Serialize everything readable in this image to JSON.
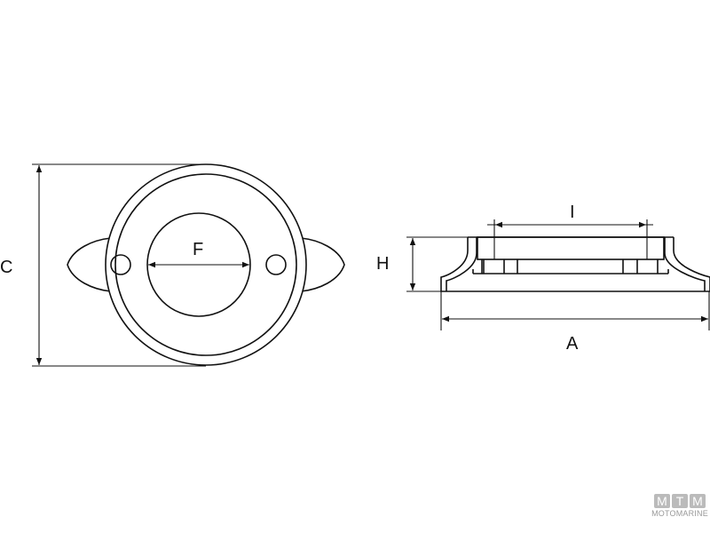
{
  "labels": {
    "C": "C",
    "F": "F",
    "H": "H",
    "I": "I",
    "A": "A"
  },
  "logo": {
    "letters": [
      "M",
      "T",
      "M"
    ],
    "text": "MOTOMARINE"
  },
  "colors": {
    "line": "#111111",
    "logo": "#aaaaaa"
  }
}
